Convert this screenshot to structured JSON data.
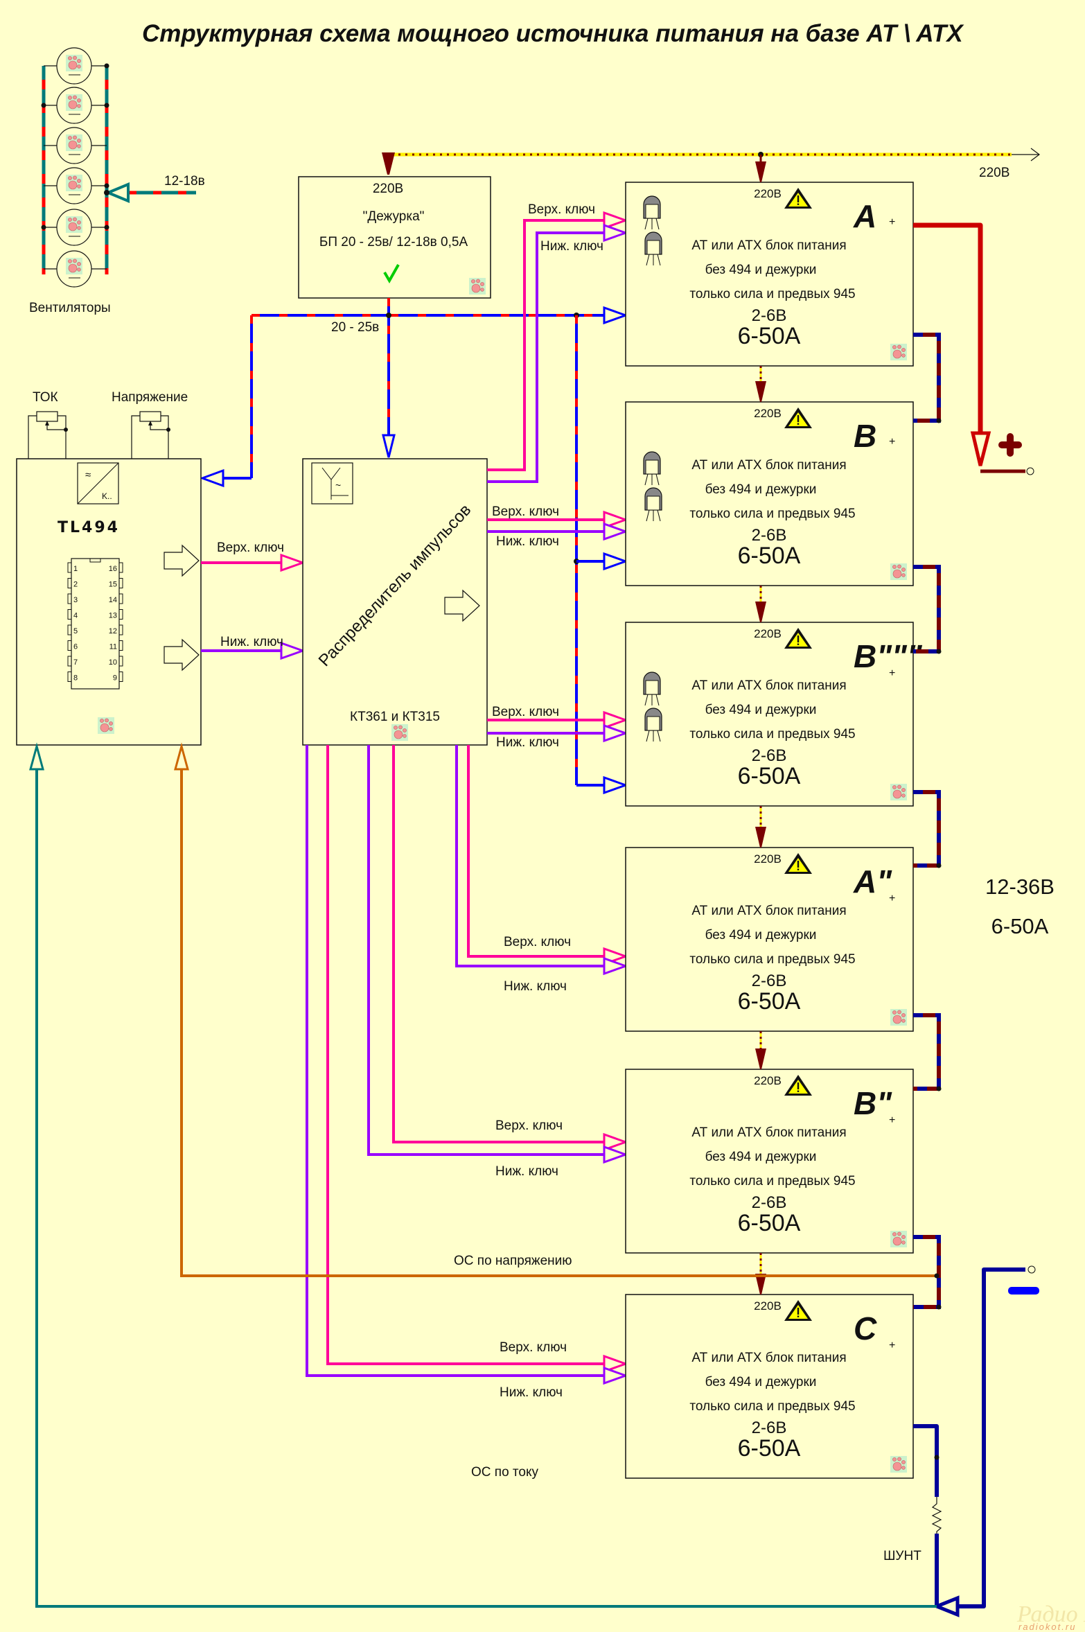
{
  "title": "Структурная схема мощного источника питания на базе AT \\ ATX",
  "colors": {
    "background": "#FFFFCC",
    "mains_220v": "#FFEE00",
    "mains_arrow": "#7A0000",
    "upper_key": "#FF0099",
    "lower_key": "#9900FF",
    "supply_20_25": "#0000FF",
    "supply_stripe": "#FF0000",
    "fan_supply": "#007A7A",
    "output_plus": "#CC0000",
    "output_chain_dark": "#7A0000",
    "output_chain_blue": "#000099",
    "voltage_feedback": "#CC6600",
    "current_feedback": "#007A7A"
  },
  "fans": {
    "label": "Вентиляторы",
    "count": 6,
    "supply_label": "12-18в"
  },
  "standby": {
    "input": "220В",
    "name": "\"Дежурка\"",
    "spec": "БП 20 - 25в/ 12-18в 0,5А",
    "output_label": "20 - 25в",
    "status_icon": "checkmark-icon"
  },
  "mains": {
    "label": "220В"
  },
  "tl494": {
    "name": "TL494",
    "pot_current_label": "ТОК",
    "pot_voltage_label": "Напряжение",
    "pins_left": [
      "1",
      "2",
      "3",
      "4",
      "5",
      "6",
      "7",
      "8"
    ],
    "pins_right": [
      "16",
      "15",
      "14",
      "13",
      "12",
      "11",
      "10",
      "9"
    ],
    "converter_symbol": "K..",
    "out_upper": "Верх. ключ",
    "out_lower": "Ниж. ключ"
  },
  "distributor": {
    "name": "Распределитель импульсов",
    "transistors": "КТ361 и КТ315"
  },
  "keys": {
    "upper": "Верх. ключ",
    "lower": "Ниж. ключ"
  },
  "psu_blocks": [
    {
      "id": "A",
      "input": "220В",
      "line1": "АТ или АТХ блок питания",
      "line2": "без 494 и дежурки",
      "line3": "только сила и предвых 945",
      "voltage": "2-6В",
      "current": "6-50А",
      "plus": "+",
      "transistors": true
    },
    {
      "id": "B",
      "input": "220В",
      "line1": "АТ или АТХ блок питания",
      "line2": "без 494 и дежурки",
      "line3": "только сила и предвых 945",
      "voltage": "2-6В",
      "current": "6-50А",
      "plus": "+",
      "transistors": true
    },
    {
      "id": "B\"\"\"",
      "input": "220В",
      "line1": "АТ или АТХ блок питания",
      "line2": "без 494 и дежурки",
      "line3": "только сила и предвых 945",
      "voltage": "2-6В",
      "current": "6-50А",
      "plus": "+",
      "transistors": true
    },
    {
      "id": "A\"",
      "input": "220В",
      "line1": "АТ или АТХ блок питания",
      "line2": "без 494 и дежурки",
      "line3": "только сила и предвых 945",
      "voltage": "2-6В",
      "current": "6-50А",
      "plus": "+",
      "transistors": false
    },
    {
      "id": "B\"",
      "input": "220В",
      "line1": "АТ или АТХ блок питания",
      "line2": "без 494 и дежурки",
      "line3": "только сила и предвых 945",
      "voltage": "2-6В",
      "current": "6-50А",
      "plus": "+",
      "transistors": false
    },
    {
      "id": "C",
      "input": "220В",
      "line1": "АТ или АТХ блок питания",
      "line2": "без 494 и дежурки",
      "line3": "только сила и предвых 945",
      "voltage": "2-6В",
      "current": "6-50А",
      "plus": "+",
      "transistors": false
    }
  ],
  "output": {
    "voltage": "12-36В",
    "current": "6-50А",
    "plus_symbol": "+",
    "minus_symbol": "−"
  },
  "feedback": {
    "voltage_label": "ОС по напряжению",
    "current_label": "ОС по  току",
    "shunt_label": "ШУНТ"
  },
  "watermark": {
    "line1": "Радио КОТ",
    "line2": "radiokot.ru"
  }
}
